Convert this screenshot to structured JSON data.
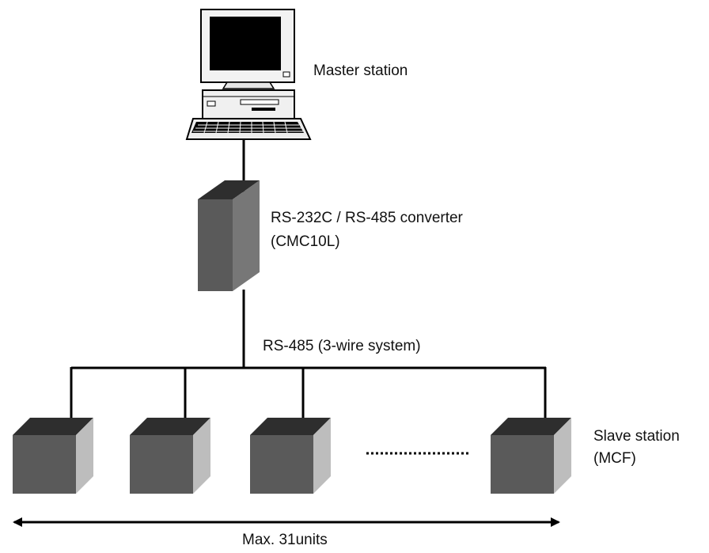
{
  "master": {
    "label": "Master station"
  },
  "converter": {
    "line1": "RS-232C / RS-485 converter",
    "line2": "(CMC10L)"
  },
  "bus": {
    "label": "RS-485 (3-wire system)"
  },
  "slave": {
    "line1": "Slave station",
    "line2": "(MCF)"
  },
  "range": {
    "label": "Max. 31units"
  },
  "colors": {
    "box_front": "#5a5a5a",
    "box_top": "#2e2e2e",
    "box_side": "#bdbdbd",
    "line": "#000000"
  },
  "icons": [
    "desktop-computer-icon",
    "converter-box-icon",
    "slave-station-box-icon"
  ]
}
